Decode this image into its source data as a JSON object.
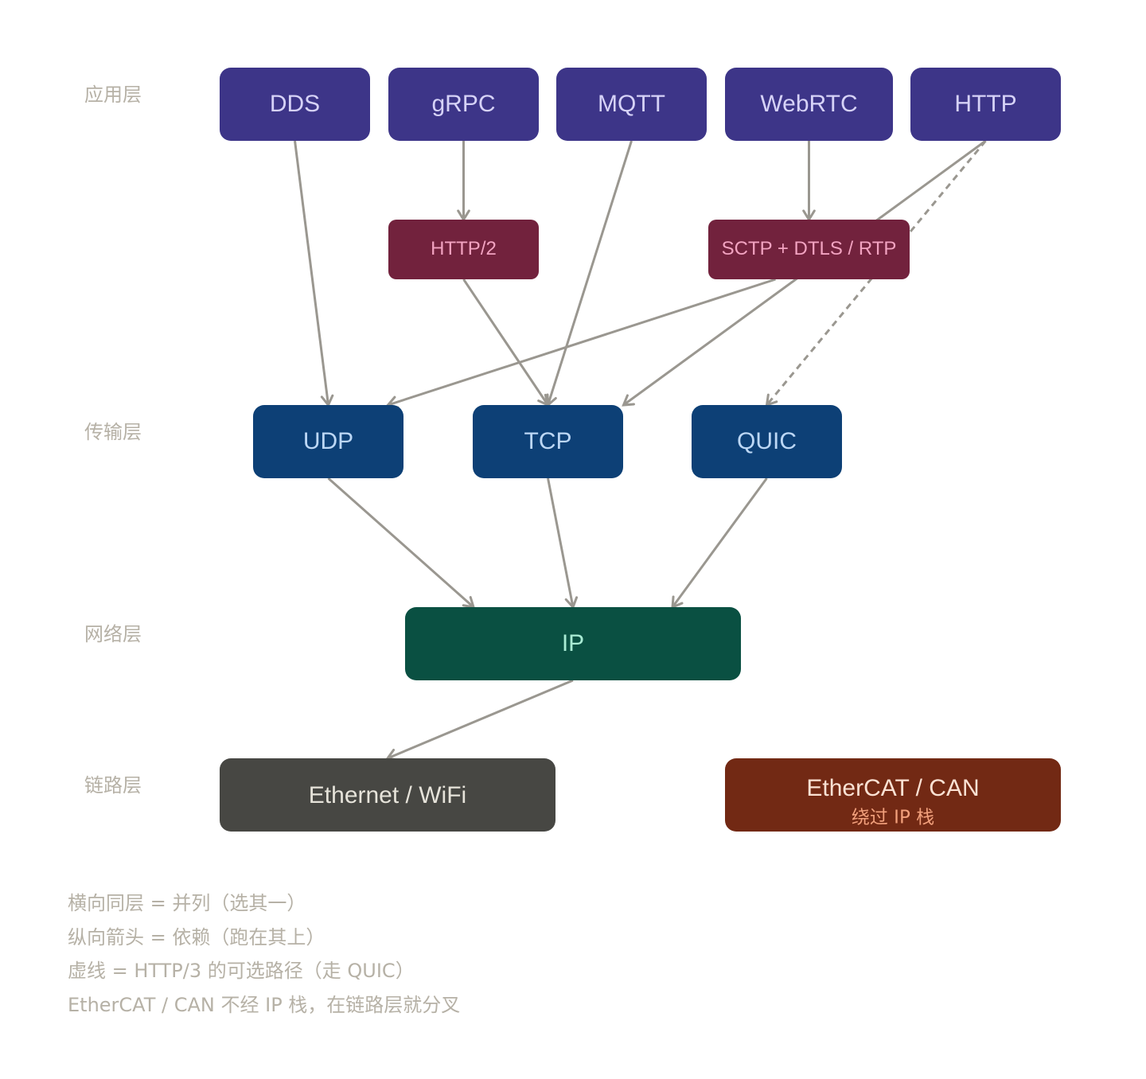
{
  "layers": [
    {
      "id": "app",
      "label": "应用层"
    },
    {
      "id": "transport",
      "label": "传输层"
    },
    {
      "id": "network",
      "label": "网络层"
    },
    {
      "id": "link",
      "label": "链路层"
    }
  ],
  "colors": {
    "app_fill": "#3d3588",
    "app_text": "#d6d2f7",
    "mid_fill": "#72223d",
    "mid_text": "#f2a3c1",
    "transport_fill": "#0d4076",
    "transport_text": "#bcd7f5",
    "network_fill": "#0a5042",
    "network_text": "#a9ebd4",
    "link_fill": "#474743",
    "link_text": "#e6e3da",
    "alt_fill": "#722914",
    "alt_text": "#fbe1d3",
    "alt_subtext": "#f2a07c",
    "edge": "#9a9790",
    "label": "#b6b1a6"
  },
  "nodes": [
    {
      "id": "dds",
      "label": "DDS",
      "layer": "app"
    },
    {
      "id": "grpc",
      "label": "gRPC",
      "layer": "app"
    },
    {
      "id": "mqtt",
      "label": "MQTT",
      "layer": "app"
    },
    {
      "id": "webrtc",
      "label": "WebRTC",
      "layer": "app"
    },
    {
      "id": "http",
      "label": "HTTP",
      "layer": "app"
    },
    {
      "id": "http2",
      "label": "HTTP/2",
      "layer": "mid"
    },
    {
      "id": "sctp",
      "label": "SCTP + DTLS / RTP",
      "layer": "mid"
    },
    {
      "id": "udp",
      "label": "UDP",
      "layer": "transport"
    },
    {
      "id": "tcp",
      "label": "TCP",
      "layer": "transport"
    },
    {
      "id": "quic",
      "label": "QUIC",
      "layer": "transport"
    },
    {
      "id": "ip",
      "label": "IP",
      "layer": "network"
    },
    {
      "id": "ethernet",
      "label": "Ethernet / WiFi",
      "layer": "link"
    },
    {
      "id": "ethercat",
      "label": "EtherCAT / CAN",
      "sublabel": "绕过 IP 栈",
      "layer": "alt"
    }
  ],
  "edges": [
    {
      "from": "dds",
      "to": "udp"
    },
    {
      "from": "grpc",
      "to": "http2"
    },
    {
      "from": "http2",
      "to": "tcp"
    },
    {
      "from": "mqtt",
      "to": "tcp"
    },
    {
      "from": "webrtc",
      "to": "sctp"
    },
    {
      "from": "sctp",
      "to": "udp"
    },
    {
      "from": "http",
      "to": "tcp"
    },
    {
      "from": "http",
      "to": "quic",
      "dashed": true
    },
    {
      "from": "udp",
      "to": "ip"
    },
    {
      "from": "tcp",
      "to": "ip"
    },
    {
      "from": "quic",
      "to": "ip"
    },
    {
      "from": "ip",
      "to": "ethernet"
    }
  ],
  "legend": [
    "横向同层 = 并列（选其一）",
    "纵向箭头 = 依赖（跑在其上）",
    "虚线 = HTTP/3 的可选路径（走 QUIC）",
    "EtherCAT / CAN 不经 IP 栈，在链路层就分叉"
  ]
}
